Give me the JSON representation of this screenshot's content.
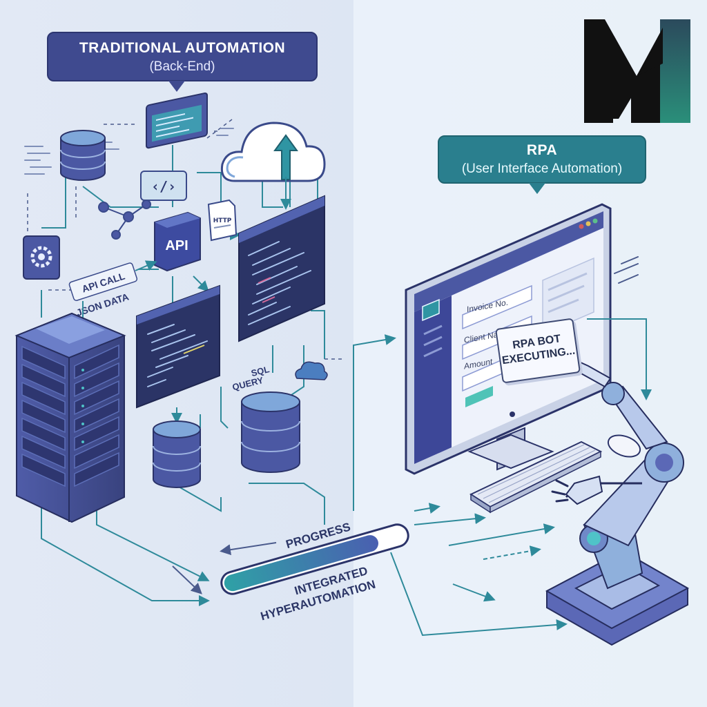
{
  "callouts": {
    "left": {
      "title": "TRADITIONAL AUTOMATION",
      "subtitle": "(Back-End)"
    },
    "right": {
      "title": "RPA",
      "subtitle": "(User Interface Automation)"
    }
  },
  "labels": {
    "api": "API",
    "api_call": "API CALL",
    "json_data": "JSON DATA",
    "sql_query_1": "SQL",
    "sql_query_2": "QUERY",
    "http": "HTTP",
    "code_glyph": "‹/›"
  },
  "form": {
    "invoice": "Invoice No.",
    "client": "Client Name",
    "amount": "Amount"
  },
  "bot_status": {
    "line1": "RPA BOT",
    "line2": "EXECUTING..."
  },
  "progress": {
    "label": "PROGRESS",
    "level": 0.85,
    "caption_1": "INTEGRATED",
    "caption_2": "HYPERAUTOMATION"
  },
  "logo": {
    "letter": "M"
  },
  "colors": {
    "navy": "#3f4a8f",
    "teal": "#2a7f8e",
    "connector": "#2e8a9a",
    "background": "#e8eef7"
  }
}
